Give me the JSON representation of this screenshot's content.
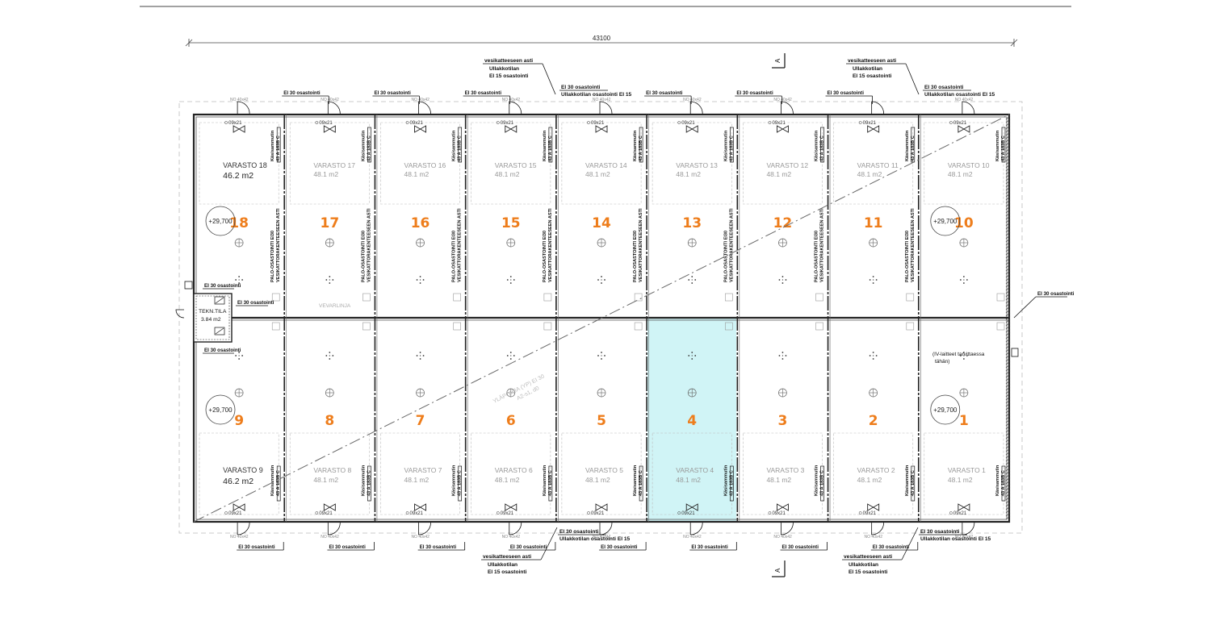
{
  "dimension": "43100",
  "section_marker": "A",
  "fire_label": "EI 30 osastointi",
  "fire_label_short": "EI 30 osastointi",
  "door_label": "09x21",
  "window_label": "NO 40x42",
  "window_label_special": "NO 40",
  "elevation": "+29,700",
  "vertical_note_1": "Käsisammutin",
  "vertical_note_2": "43 A 183B C",
  "wall_note_1": "PALO-OSASTOINTI EI30",
  "wall_note_2": "VESIKATTORAKENTEESEEN ASTI",
  "vevar_label": "VEVARLINJA",
  "roof_note": {
    "line1": "vesikatteeseen asti",
    "line2": "Ullakkotilan",
    "line3": "EI 15 osastointi",
    "side1": "EI 30 osastointi",
    "side2": "Ullakkotilan osastointi EI 15"
  },
  "tech_room": {
    "name": "TEKN.TILA",
    "area": "3.84 m2"
  },
  "iv_note": {
    "line1": "(IV-laitteet tarvittaessa",
    "line2": "tähän)"
  },
  "diagonal_note": {
    "line1": "YLÄPOHJA (YP) EI 30",
    "line2": "A2-s1, d0"
  },
  "varasto_label": "VARASTO",
  "highlighted_room": "4",
  "rooms_top": [
    {
      "num": "18",
      "area": "46.2 m2"
    },
    {
      "num": "17",
      "area": "48.1 m2"
    },
    {
      "num": "16",
      "area": "48.1 m2"
    },
    {
      "num": "15",
      "area": "48.1 m2"
    },
    {
      "num": "14",
      "area": "48.1 m2"
    },
    {
      "num": "13",
      "area": "48.1 m2"
    },
    {
      "num": "12",
      "area": "48.1 m2"
    },
    {
      "num": "11",
      "area": "48.1 m2"
    },
    {
      "num": "10",
      "area": "48.1 m2"
    }
  ],
  "rooms_bottom": [
    {
      "num": "9",
      "area": "46.2 m2"
    },
    {
      "num": "8",
      "area": "48.1 m2"
    },
    {
      "num": "7",
      "area": "48.1 m2"
    },
    {
      "num": "6",
      "area": "48.1 m2"
    },
    {
      "num": "5",
      "area": "48.1 m2"
    },
    {
      "num": "4",
      "area": "48.1 m2"
    },
    {
      "num": "3",
      "area": "48.1 m2"
    },
    {
      "num": "2",
      "area": "48.1 m2"
    },
    {
      "num": "1",
      "area": "48.1 m2"
    }
  ],
  "colors": {
    "room_number": "#ee7d1b",
    "highlight": "#c8f2f4"
  }
}
